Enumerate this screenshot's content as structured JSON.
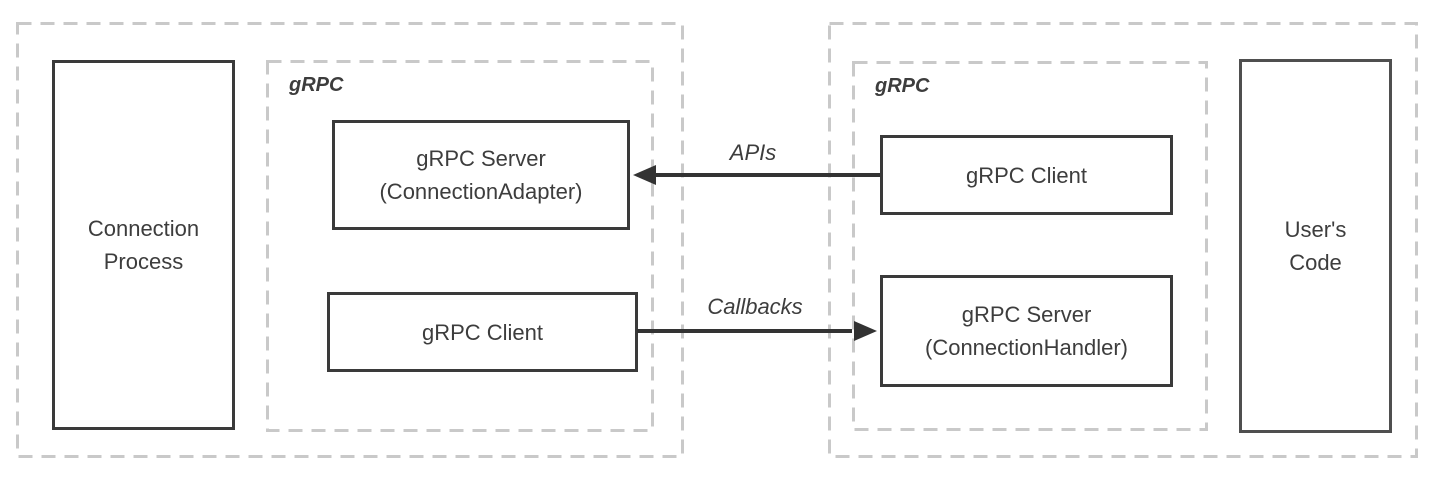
{
  "left_group": {
    "process_box": {
      "line1": "Connection",
      "line2": "Process"
    },
    "grpc_label": "gRPC",
    "server_box": {
      "line1": "gRPC Server",
      "line2": "(ConnectionAdapter)"
    },
    "client_box": {
      "label": "gRPC Client"
    }
  },
  "right_group": {
    "grpc_label": "gRPC",
    "client_box": {
      "label": "gRPC Client"
    },
    "server_box": {
      "line1": "gRPC Server",
      "line2": "(ConnectionHandler)"
    },
    "user_code_box": {
      "line1": "User's",
      "line2": "Code"
    }
  },
  "arrows": {
    "apis": {
      "label": "APIs",
      "direction": "right-to-left"
    },
    "callbacks": {
      "label": "Callbacks",
      "direction": "left-to-right"
    }
  },
  "colors": {
    "solid_border": "#3a3a3a",
    "user_code_border": "#4f4f4f",
    "dashed_border": "#c9c9c9",
    "text": "#3d3d3d",
    "arrow": "#333333",
    "background": "#ffffff"
  }
}
